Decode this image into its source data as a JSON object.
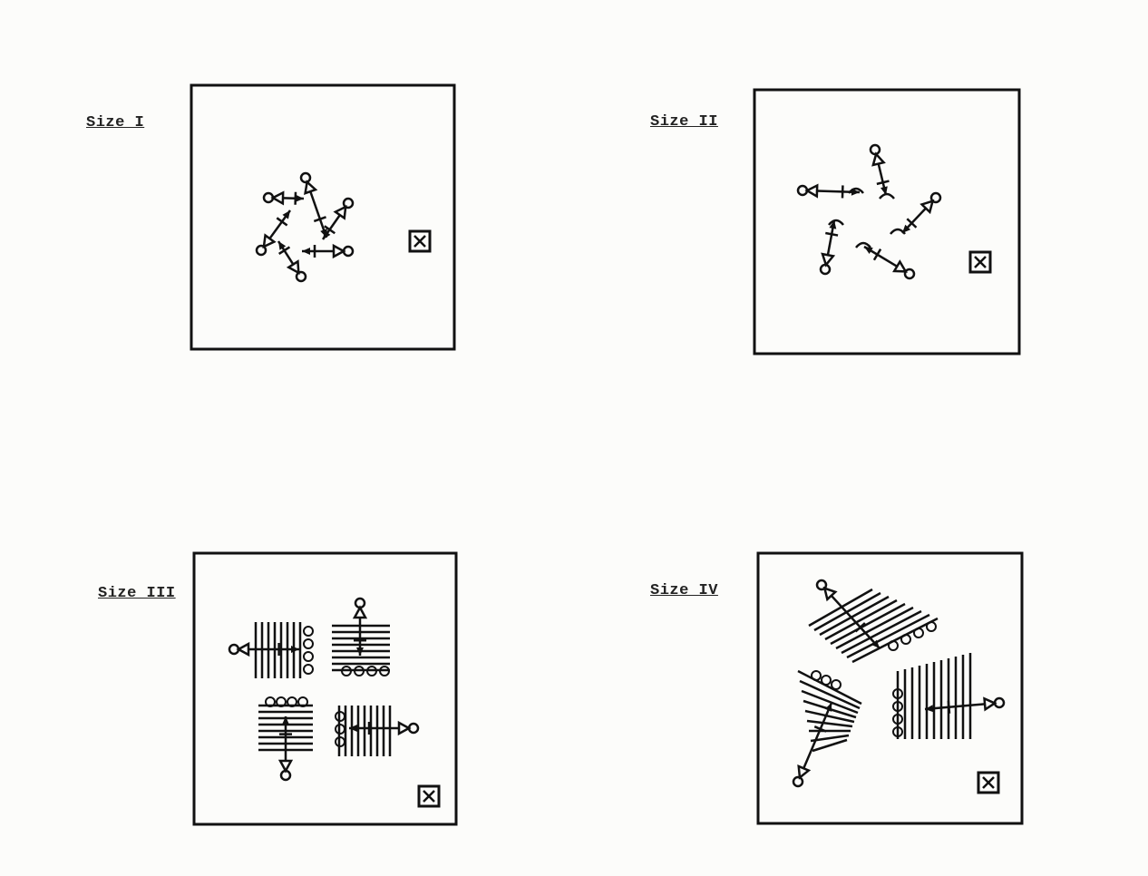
{
  "panels": [
    {
      "label": "Size I"
    },
    {
      "label": "Size II"
    },
    {
      "label": "Size III"
    },
    {
      "label": "Size IV"
    }
  ],
  "icons": {
    "player": "player-icon",
    "movement": "arrow-icon",
    "goal_marker": "boxed-x-icon"
  },
  "colors": {
    "ink": "#111111",
    "paper": "#fcfcfa"
  }
}
